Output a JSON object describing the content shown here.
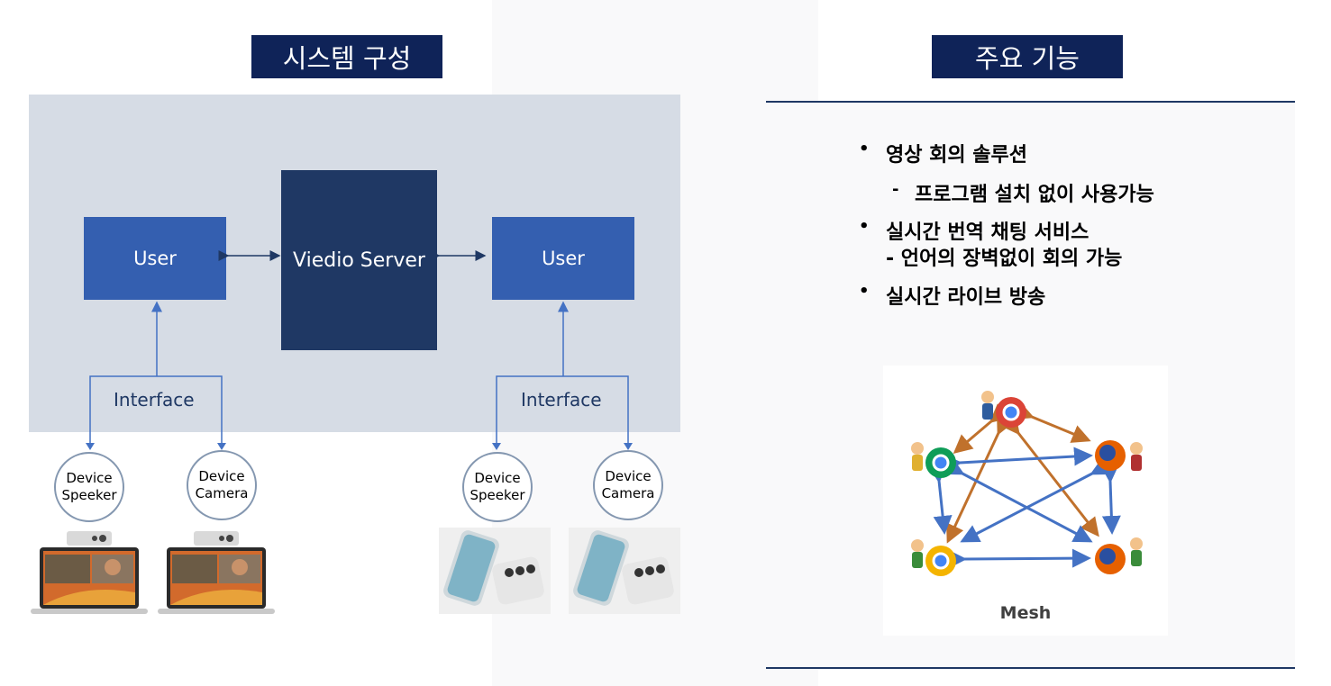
{
  "system": {
    "title": "시스템 구성",
    "user_left": "User",
    "server": "Viedio Server",
    "user_right": "User",
    "interface_left": "Interface",
    "interface_right": "Interface",
    "devices": [
      {
        "line1": "Device",
        "line2": "Speeker"
      },
      {
        "line1": "Device",
        "line2": "Camera"
      },
      {
        "line1": "Device",
        "line2": "Speeker"
      },
      {
        "line1": "Device",
        "line2": "Camera"
      }
    ]
  },
  "features": {
    "title": "주요 기능",
    "items": [
      "영상 회의 솔루션",
      "프로그램 설치 없이 사용가능",
      "실시간 번역 채팅 서비스",
      "- 언어의 장벽없이 회의 가능",
      "실시간 라이브 방송"
    ],
    "bullet": "•",
    "dash": "-"
  },
  "mesh": {
    "label": "Mesh"
  },
  "colors": {
    "title_bg": "#0f2358",
    "user_box": "#345fb0",
    "server_box": "#1f3864",
    "area_bg": "#d6dce5"
  }
}
